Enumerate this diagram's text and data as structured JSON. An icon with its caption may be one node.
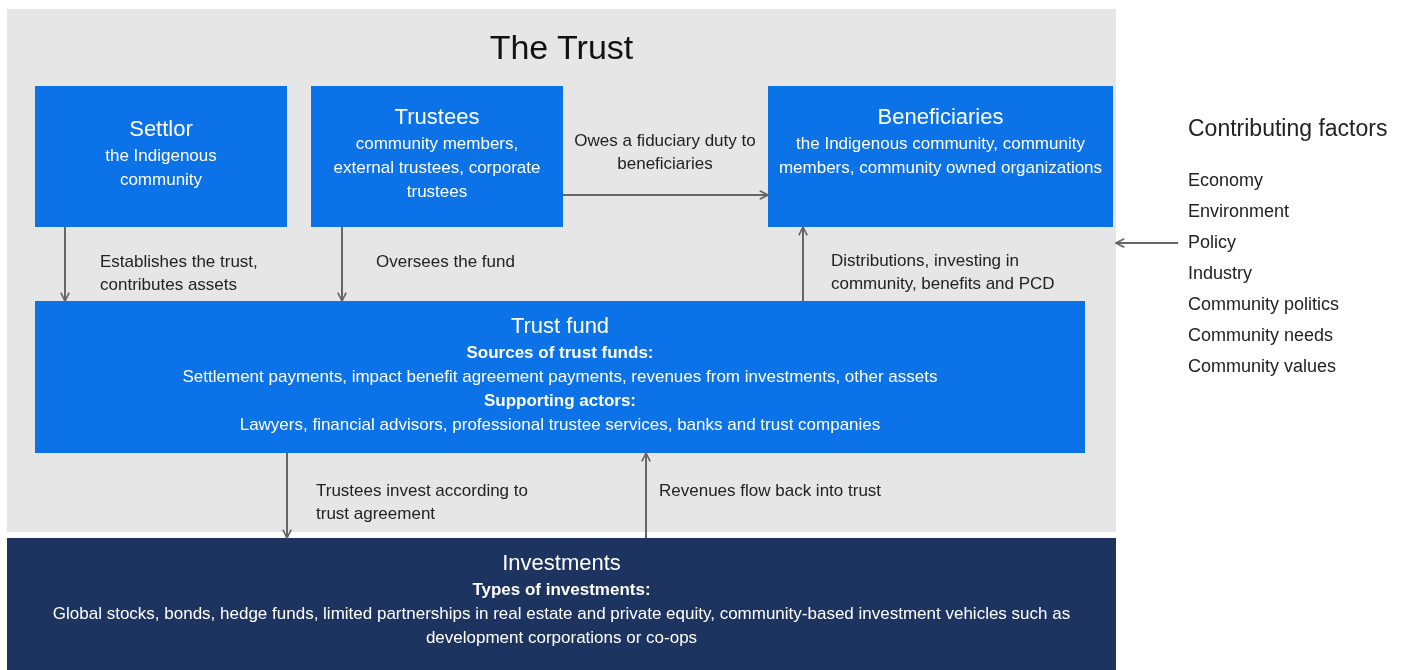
{
  "diagram": {
    "nodes": [
      {
        "text": [
          "The Trust"
        ]
      },
      {
        "text": [
          "Settlor",
          "the Indigenous community"
        ],
        "in": 0
      },
      {
        "text": [
          "Trustees",
          "community members, external trustees, corporate trustees"
        ],
        "in": 0
      },
      {
        "text": [
          "Beneficiaries",
          "the Indigenous community, community members, community owned organizations"
        ],
        "in": 0
      },
      {
        "text": [
          "Trust fund",
          "Sources of trust funds:",
          "Settlement payments, impact benefit agreement payments, revenues from investments, other assets",
          "Supporting actors:",
          "Lawyers, financial advisors, professional trustee services, banks and trust companies"
        ],
        "in": 0
      },
      {
        "text": [
          "Investments",
          "Types of investments:",
          "Global stocks, bonds, hedge funds, limited partnerships in real estate and private equity, community-based investment vehicles such as development corporations or co-ops"
        ]
      },
      {
        "text": [
          "Contributing factors",
          "Economy",
          "Environment",
          "Policy",
          "Industry",
          "Community politics",
          "Community needs",
          "Community values"
        ]
      }
    ],
    "edges": [
      {
        "from": 1,
        "to": 4,
        "arrow": "to",
        "label": "Establishes the trust, contributes assets"
      },
      {
        "from": 2,
        "to": 4,
        "arrow": "to",
        "label": "Oversees the fund"
      },
      {
        "from": 2,
        "to": 3,
        "arrow": "to",
        "label": "Owes a fiduciary duty to beneficiaries"
      },
      {
        "from": 4,
        "to": 3,
        "arrow": "to",
        "label": "Distributions, investing in community, benefits and PCD"
      },
      {
        "from": 4,
        "to": 5,
        "arrow": "to",
        "label": "Trustees invest according to trust agreement"
      },
      {
        "from": 5,
        "to": 4,
        "arrow": "to",
        "label": "Revenues flow back into trust"
      },
      {
        "from": 6,
        "to": 0,
        "arrow": "to"
      }
    ]
  }
}
